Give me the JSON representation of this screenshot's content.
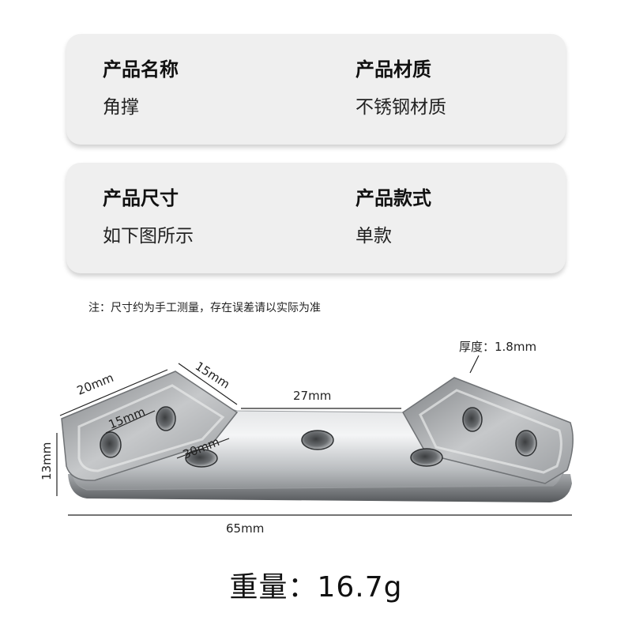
{
  "cards": [
    {
      "left": {
        "label": "产品名称",
        "value": "角撑"
      },
      "right": {
        "label": "产品材质",
        "value": "不锈钢材质"
      }
    },
    {
      "left": {
        "label": "产品尺寸",
        "value": "如下图所示"
      },
      "right": {
        "label": "产品款式",
        "value": "单款"
      }
    }
  ],
  "note": "注：尺寸约为手工测量，存在误差请以实际为准",
  "dimensions": {
    "thickness": "厚度：1.8mm",
    "top_left": "20mm",
    "top_slant": "15mm",
    "inner": "15mm",
    "middle": "27mm",
    "hole_span": "30mm",
    "height": "13mm",
    "length": "65mm"
  },
  "weight": "重量：16.7g"
}
